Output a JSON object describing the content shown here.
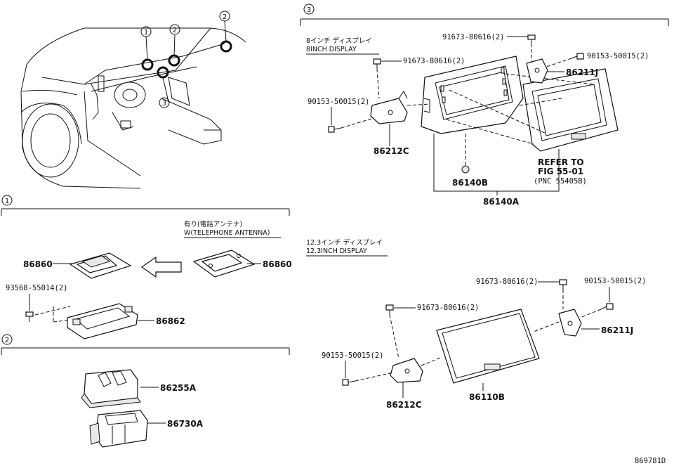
{
  "callouts": {
    "c1": "1",
    "c2": "2",
    "c3": "3"
  },
  "section3": {
    "display8_jp": "8インチ ディスプレイ",
    "display8_en": "8INCH DISPLAY",
    "screw_top": "91673-80616(2)",
    "screw_left": "91673-80616(2)",
    "bolt_right": "90153-50015(2)",
    "bolt_left": "90153-50015(2)",
    "bracket_right": "86211J",
    "bracket_left": "86212C",
    "clip": "86140B",
    "assembly": "86140A",
    "refer_line1": "REFER TO",
    "refer_line2": "FIG 55-01",
    "refer_line3": "(PNC 55405B)",
    "display12_jp": "12.3インチ ディスプレイ",
    "display12_en": "12.3INCH DISPLAY",
    "screw_top_12": "91673-80616(2)",
    "screw_left_12": "91673-80616(2)",
    "bolt_right_12": "90153-50015(2)",
    "bolt_left_12": "90153-50015(2)",
    "bracket_right_12": "86211J",
    "bracket_left_12": "86212C",
    "display_unit_12": "86110B"
  },
  "section1": {
    "with_jp": "有り(電話アンテナ)",
    "with_en": "W(TELEPHONE ANTENNA)",
    "antenna_left": "86860",
    "antenna_right": "86860",
    "screw": "93568-55014(2)",
    "bracket": "86862"
  },
  "section2": {
    "part_a": "86255A",
    "part_b": "86730A"
  },
  "figure_id": "869781D"
}
